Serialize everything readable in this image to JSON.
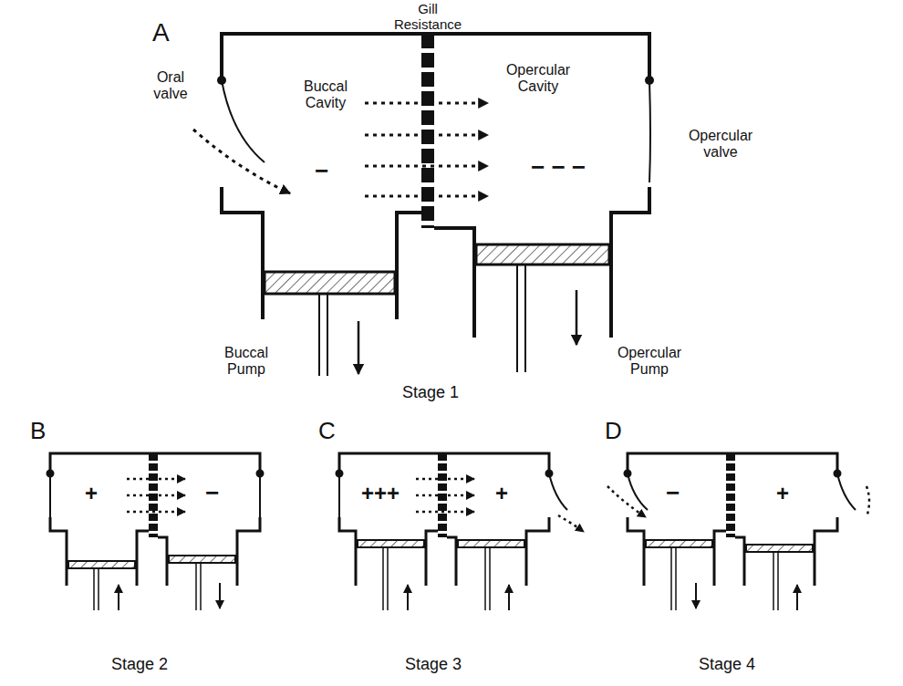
{
  "diagram": {
    "labels": [
      "A",
      "Gill Resistance",
      "Oral valve",
      "Buccal Cavity",
      "−",
      "− − −",
      "Opercular Cavity",
      "Opercular valve",
      "Buccal Pump",
      "Opercular Pump",
      "Stage 1",
      "B",
      "+",
      "−",
      "Stage 2",
      "C",
      "+++",
      "+",
      "Stage 3",
      "D",
      "−",
      "+",
      "Stage 4"
    ]
  }
}
